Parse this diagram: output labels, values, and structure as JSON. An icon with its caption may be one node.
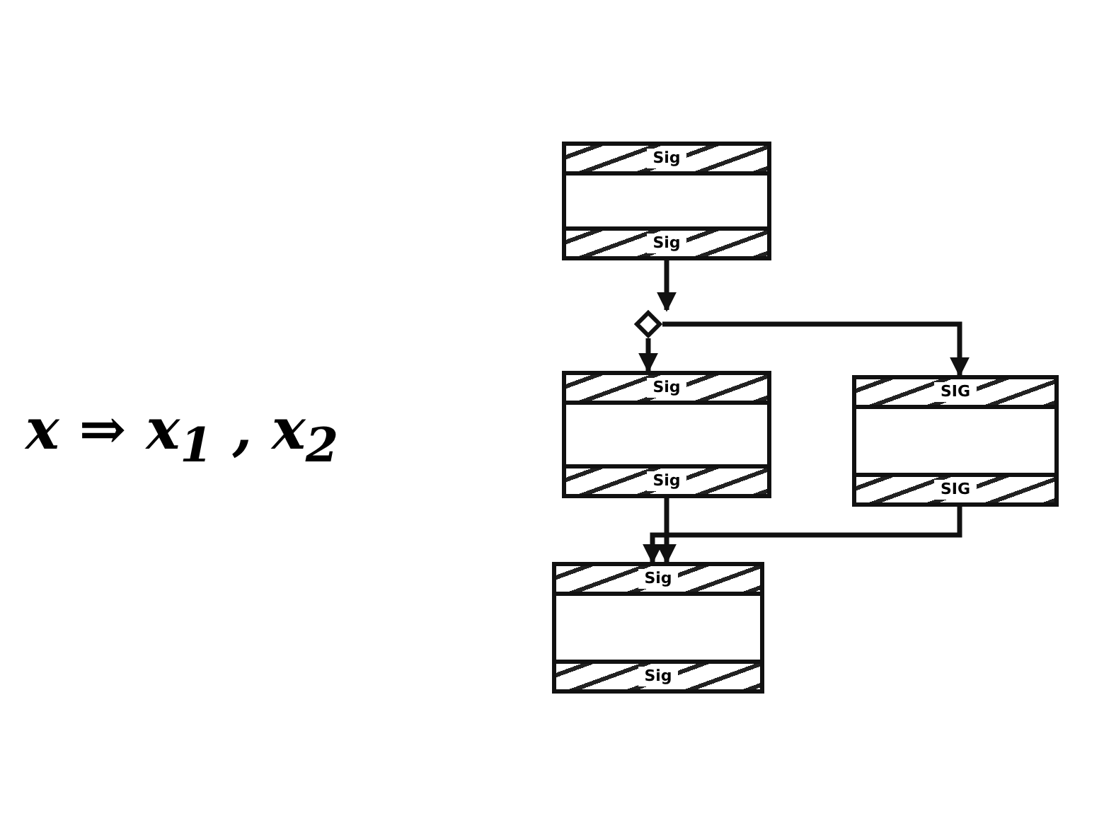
{
  "diagram": {
    "nodes": [
      {
        "text": [
          "Sig",
          "Sig"
        ]
      },
      {
        "text": [
          "Sig",
          "Sig"
        ]
      },
      {
        "text": [
          "SIG",
          "SIG"
        ]
      },
      {
        "text": [
          "Sig",
          "Sig"
        ]
      },
      {
        "text": [],
        "shape": "diamond"
      }
    ],
    "edges": [
      {
        "from": 0,
        "to": 4,
        "arrow": "to"
      },
      {
        "from": 4,
        "to": 1,
        "arrow": "to"
      },
      {
        "from": 4,
        "to": 2,
        "arrow": "to"
      },
      {
        "from": 1,
        "to": 3,
        "arrow": "to"
      },
      {
        "from": 2,
        "to": 3,
        "arrow": "to"
      }
    ],
    "labels": [
      "x ⇒ x$_{1}$ , x$_{2}$"
    ]
  }
}
